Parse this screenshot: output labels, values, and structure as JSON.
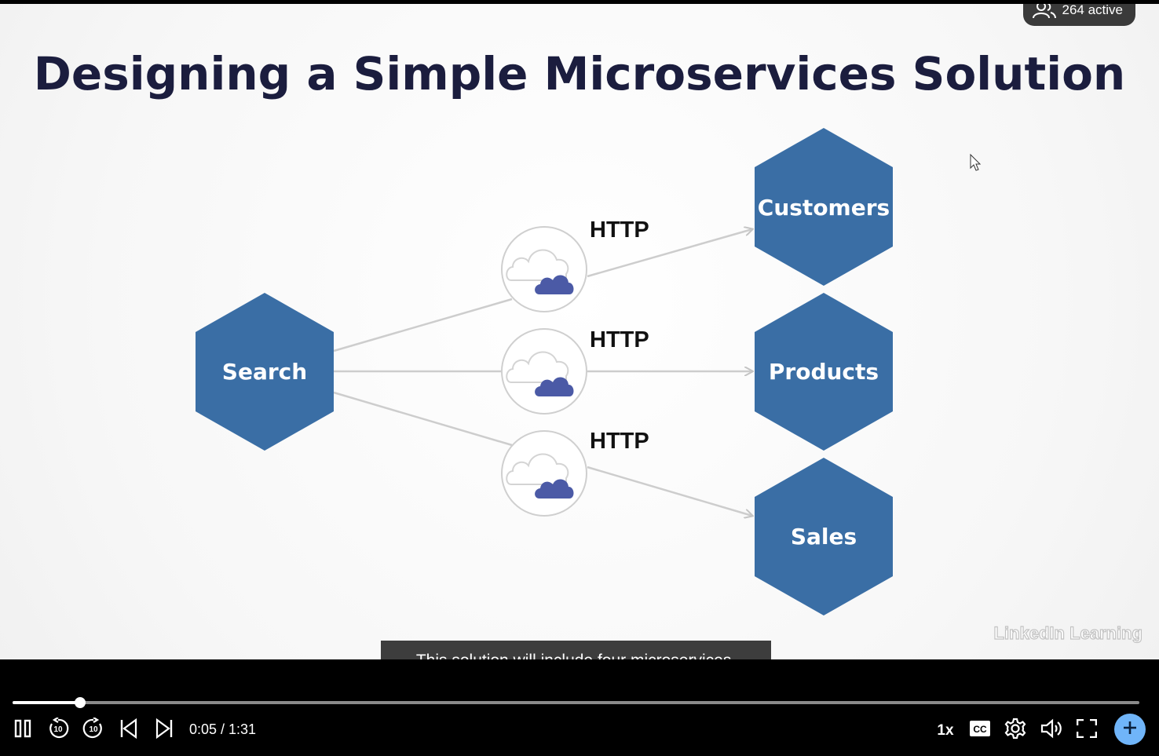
{
  "slide": {
    "title": "Designing a Simple Microservices Solution",
    "nodes": {
      "source": "Search",
      "targets": [
        "Customers",
        "Products",
        "Sales"
      ]
    },
    "protocol_labels": [
      "HTTP",
      "HTTP",
      "HTTP"
    ],
    "watermark": "LinkedIn Learning"
  },
  "presence": {
    "active_label": "264 active"
  },
  "caption": {
    "text": "This solution will include four microservices."
  },
  "player": {
    "current_time": "0:05",
    "duration": "1:31",
    "time_display": "0:05 / 1:31",
    "progress_fraction": 0.06,
    "speed_label": "1x",
    "cc_label": "CC",
    "skip_back_seconds": "10",
    "skip_forward_seconds": "10"
  },
  "colors": {
    "hexagon": "#3a6ea5",
    "title": "#1b1d3e",
    "cloud_accent": "#4b5aa6",
    "add_button": "#70b5f9"
  },
  "icons": {
    "pause": "pause-icon",
    "rewind": "rewind-10-icon",
    "forward": "forward-10-icon",
    "previous": "previous-icon",
    "next": "next-icon",
    "cc": "closed-captions-icon",
    "settings": "gear-icon",
    "volume": "volume-icon",
    "fullscreen": "fullscreen-icon",
    "add": "plus-icon",
    "people": "people-icon"
  }
}
